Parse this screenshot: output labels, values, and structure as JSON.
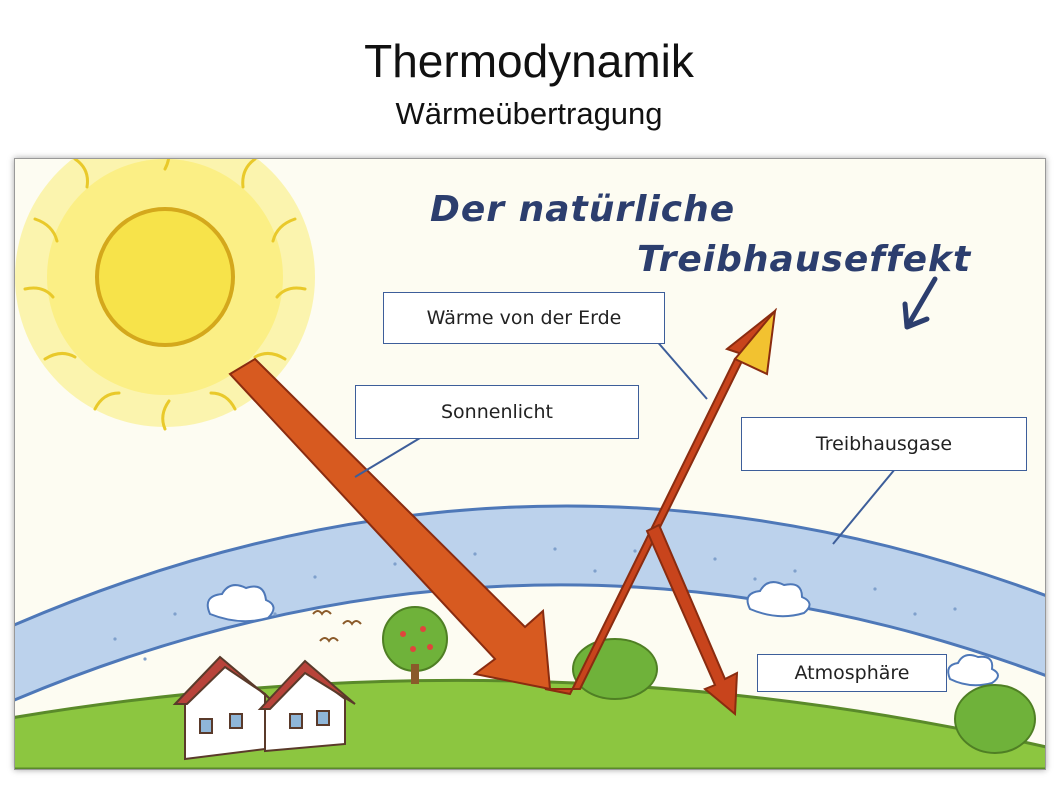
{
  "slide": {
    "title": "Thermodynamik",
    "subtitle": "Wärmeübertragung"
  },
  "diagram": {
    "heading_line1": "Der natürliche",
    "heading_line2": "Treibhauseffekt",
    "labels": {
      "heat": "Wärme von der Erde",
      "sunlight": "Sonnenlicht",
      "gases": "Treibhausgase",
      "atmosphere": "Atmosphäre"
    },
    "colors": {
      "sun": "#f7e34a",
      "arrow": "#c8441c",
      "heat_arrow": "#f2c230",
      "atmosphere_band": "#bcd2ec",
      "earth": "#8cc640",
      "label_border": "#3d5e9a"
    }
  }
}
